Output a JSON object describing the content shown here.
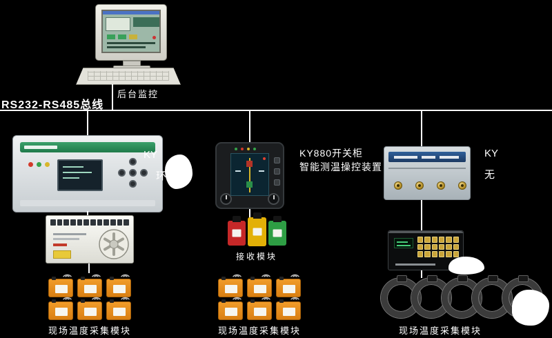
{
  "bus": {
    "label": "RS232-RS485总线"
  },
  "monitor": {
    "label": "后台监控"
  },
  "left_branch": {
    "device_label_line1": "KY",
    "device_label_line2": "环",
    "field_module_label": "现场温度采集模块"
  },
  "middle_branch": {
    "device_label_line1": "KY880开关柜",
    "device_label_line2": "智能测温操控装置",
    "receiver_label": "接收模块",
    "field_module_label": "现场温度采集模块"
  },
  "right_branch": {
    "device_label_line1": "KY",
    "device_label_line2": "无",
    "field_module_label": "现场温度采集模块"
  },
  "colors": {
    "background": "#000000",
    "bus_line": "#ffffff",
    "label_text": "#ffffff",
    "field_module_orange": "#e8891a",
    "receiver_red": "#c62828",
    "receiver_yellow": "#e2b007",
    "receiver_green": "#2e9e44",
    "device_header_green": "#2e8b57",
    "device_band_blue": "#1c3a63"
  }
}
